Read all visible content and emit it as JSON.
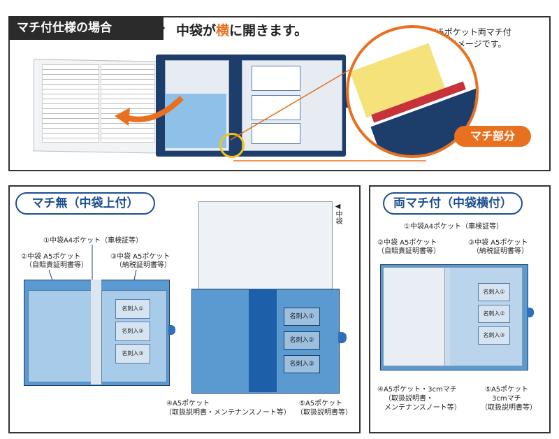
{
  "top": {
    "tag": "マチ付仕様の場合",
    "headline_pre": "中袋が",
    "headline_em": "横",
    "headline_post": "に開きます。",
    "note_line1": "※5ポケット両マチ付",
    "note_line2": "のイメージです。",
    "callout": "マチ部分",
    "emphasis_color": "#e8701e"
  },
  "left_diagram": {
    "title": "マチ無（中袋上付）",
    "pocket1": "①中袋A4ポケット（車検証等）",
    "pocket2_line1": "②中袋 A5ポケット",
    "pocket2_line2": "（自賠責証明書等）",
    "pocket3_line1": "③中袋 A5ポケット",
    "pocket3_line2": "（納税証明書等）",
    "cards": [
      "名刺入①",
      "名刺入②",
      "名刺入③"
    ],
    "inner_tab": "◀中袋",
    "pocket4_line1": "④A5ポケット",
    "pocket4_line2": "（取扱説明書・メンテナンスノート等）",
    "pocket5_line1": "⑤A5ポケット",
    "pocket5_line2": "（取扱説明書等）"
  },
  "right_diagram": {
    "title": "両マチ付（中袋横付）",
    "pocket1": "①中袋A4ポケット（車検証等）",
    "pocket2_line1": "②中袋 A5ポケット",
    "pocket2_line2": "（自賠責証明書等）",
    "pocket3_line1": "③中袋 A5ポケット",
    "pocket3_line2": "（納税証明書等）",
    "cards": [
      "名刺入①",
      "名刺入②",
      "名刺入③"
    ],
    "pocket4_line1": "④A5ポケット・3cmマチ",
    "pocket4_line2": "（取扱説明書・",
    "pocket4_line3": "メンテナンスノート等）",
    "pocket5_line1": "⑤A5ポケット",
    "pocket5_line2": "3cmマチ",
    "pocket5_line3": "（取扱説明書等）"
  },
  "colors": {
    "navy": "#1d3d6a",
    "blue": "#2f6fb5",
    "light_blue": "#9cc3e6",
    "accent": "#e8701e"
  }
}
